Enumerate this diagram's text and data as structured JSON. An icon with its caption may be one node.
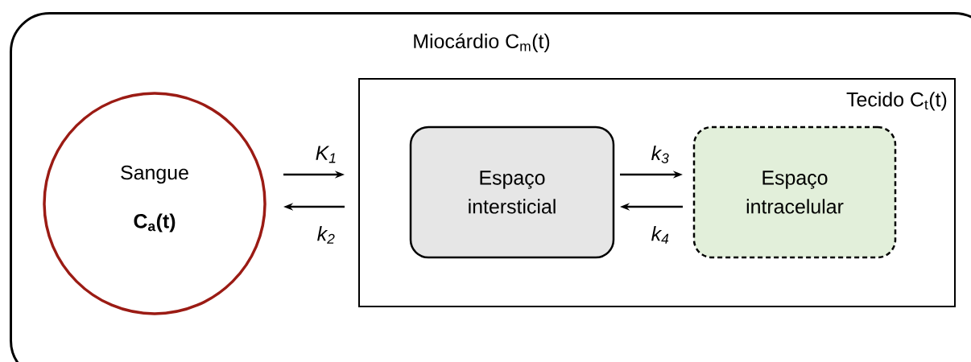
{
  "diagram": {
    "nodes": [
      {
        "text": [
          "Miocárdio C$_{m}$(t)"
        ]
      },
      {
        "text": [
          "Sangue",
          "C$_{a}$(t)"
        ],
        "in": 0
      },
      {
        "text": [
          "Tecido C$_{t}$(t)"
        ],
        "in": 0
      },
      {
        "text": [
          "Espaço intersticial"
        ],
        "in": 2
      },
      {
        "text": [
          "Espaço intracelular"
        ],
        "in": 2
      }
    ],
    "edges": [
      {
        "from": 1,
        "to": 2,
        "arrow": "to",
        "label": "K$_{1}$"
      },
      {
        "from": 2,
        "to": 1,
        "arrow": "to",
        "label": "k$_{2}$"
      },
      {
        "from": 3,
        "to": 4,
        "arrow": "to",
        "label": "k$_{3}$"
      },
      {
        "from": 4,
        "to": 3,
        "arrow": "to",
        "label": "k$_{4}$"
      }
    ]
  }
}
